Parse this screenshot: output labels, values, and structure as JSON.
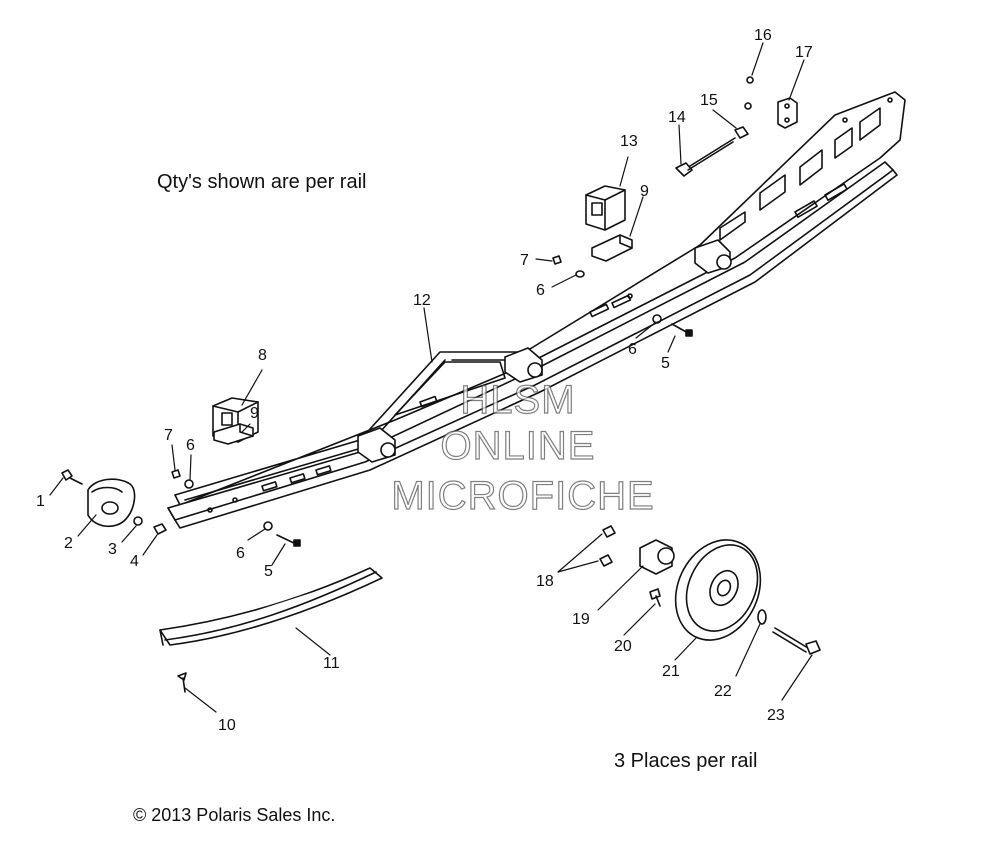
{
  "notes": {
    "qty_note": "Qty's shown are per rail",
    "places_note": "3 Places per rail",
    "copyright": "© 2013 Polaris Sales Inc."
  },
  "watermark": {
    "line1": "HLSM",
    "line2": "ONLINE",
    "line3": "MICROFICHE"
  },
  "callouts": [
    "1",
    "2",
    "3",
    "4",
    "5",
    "5",
    "6",
    "6",
    "6",
    "6",
    "7",
    "7",
    "8",
    "9",
    "9",
    "10",
    "11",
    "12",
    "13",
    "14",
    "15",
    "16",
    "17",
    "18",
    "19",
    "20",
    "21",
    "22",
    "23"
  ]
}
